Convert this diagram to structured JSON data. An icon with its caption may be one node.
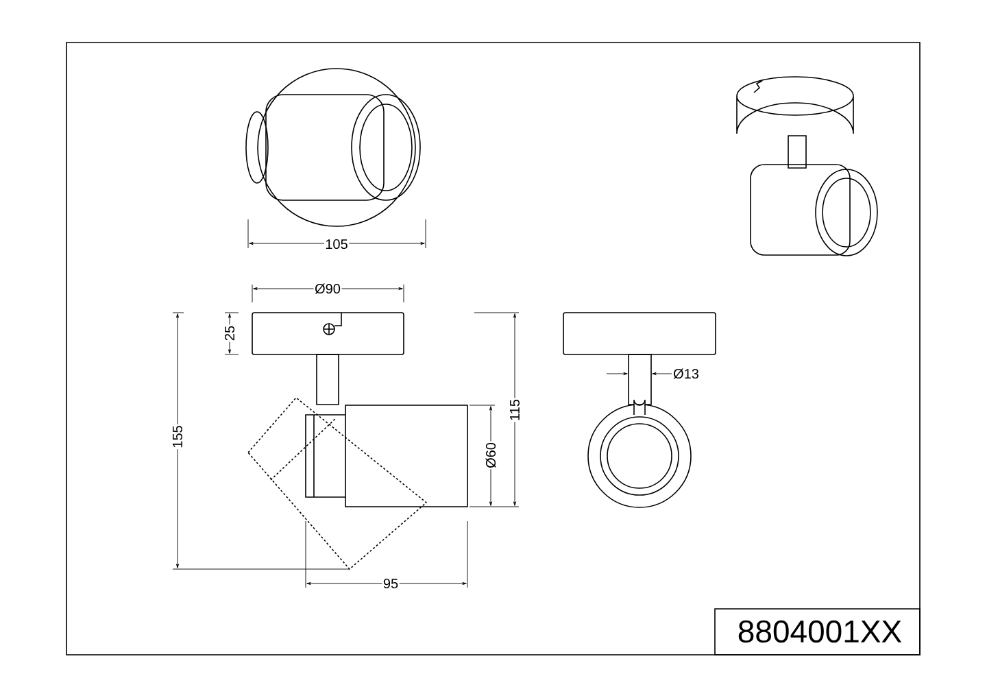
{
  "diagram": {
    "labels": [
      "105",
      "Ø90",
      "25",
      "155",
      "115",
      "Ø13",
      "Ø60",
      "95",
      "8804001XX"
    ]
  }
}
